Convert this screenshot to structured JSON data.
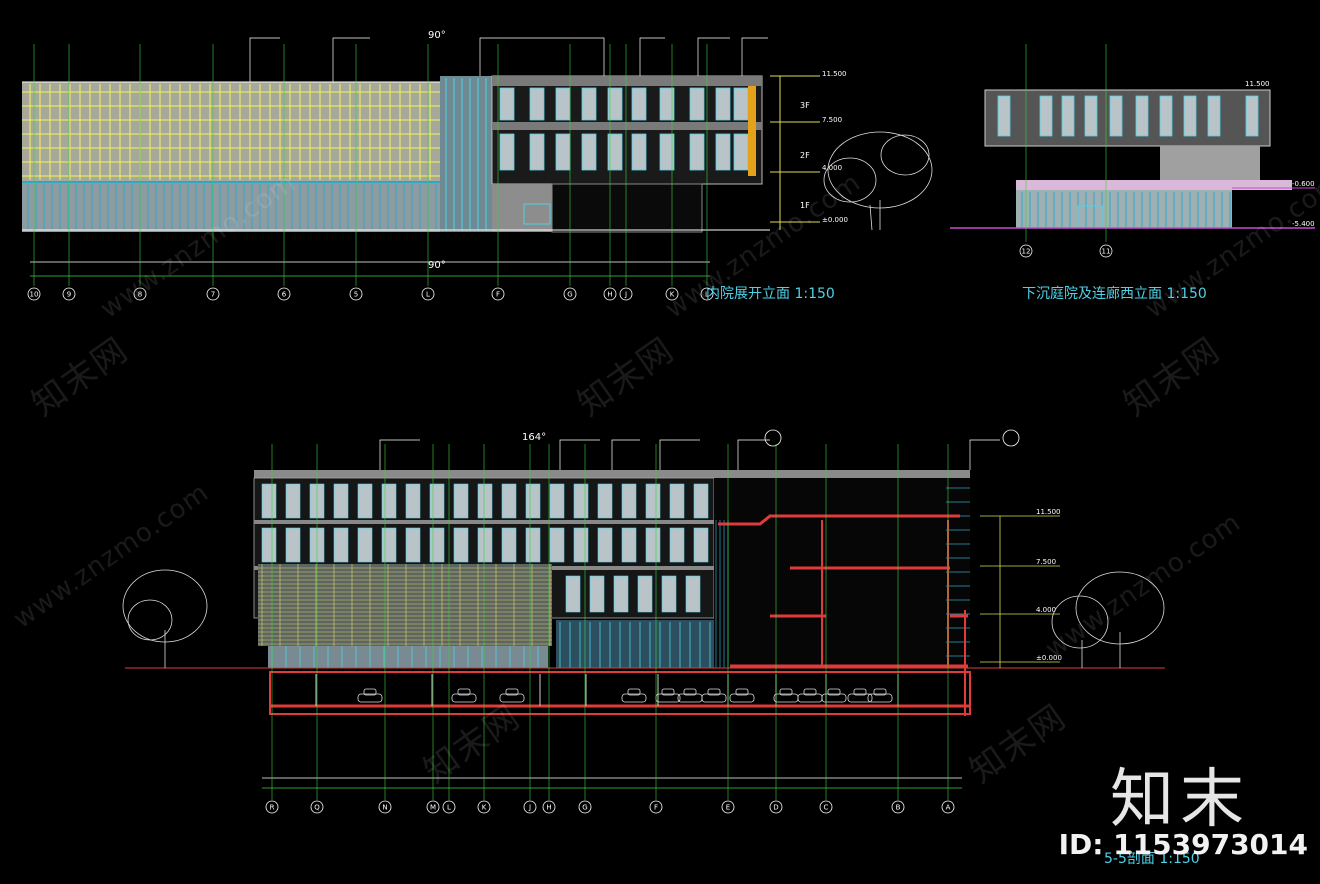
{
  "drawings": {
    "elevation_inner": {
      "title": "内院展开立面  1:150",
      "angle_top": "90°",
      "angle_bottom": "90°",
      "axes": [
        "10",
        "9",
        "8",
        "7",
        "6",
        "5",
        "L",
        "F",
        "G",
        "H",
        "J",
        "K",
        "L"
      ],
      "floors": [
        "3F",
        "2F",
        "1F"
      ]
    },
    "elevation_west": {
      "title": "下沉庭院及连廊西立面  1:150",
      "axes": [
        "12",
        "11"
      ]
    },
    "section": {
      "title": "5-5剖面  1:150",
      "angle_top": "164°",
      "axes": [
        "R",
        "Q",
        "N",
        "M",
        "L",
        "K",
        "J",
        "H",
        "G",
        "F",
        "E",
        "D",
        "C",
        "B",
        "A"
      ]
    }
  },
  "watermark": {
    "cn": "知末网",
    "url": "www.znzmo.com"
  },
  "brand": "知末",
  "id_tag": "ID: 1153973014",
  "colors": {
    "background": "#000000",
    "cyan": "#4fd1e8",
    "yellow": "#f5f25a",
    "red": "#e03a3a",
    "green": "#3bd23b",
    "magenta": "#c64bd0",
    "gray": "#9a9a9a"
  }
}
